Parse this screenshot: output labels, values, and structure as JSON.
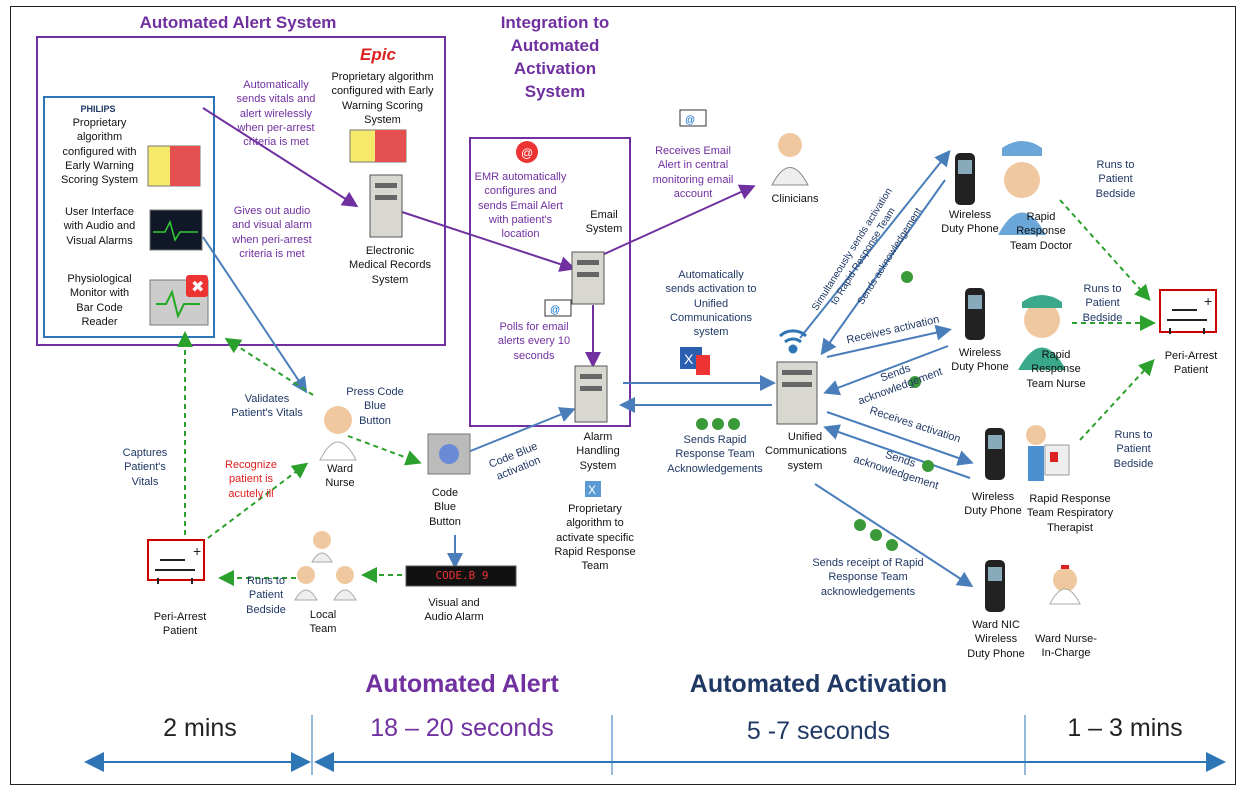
{
  "headings": {
    "alert_system": "Automated Alert System",
    "integration": "Integration to\nAutomated\nActivation\nSystem",
    "automated_alert": "Automated Alert",
    "automated_activation": "Automated Activation"
  },
  "timeline": {
    "t1": "2 mins",
    "t2": "18 – 20 seconds",
    "t3": "5 -7 seconds",
    "t4": "1 – 3 mins"
  },
  "labels": {
    "philips": "PHILIPS",
    "philips_algo": "Proprietary\nalgorithm\nconfigured with\nEarly Warning\nScoring System",
    "user_interface": "User Interface\nwith Audio and\nVisual Alarms",
    "physio_monitor": "Physiological\nMonitor with\nBar Code\nReader",
    "epic": "Epic",
    "epic_algo": "Proprietary algorithm\nconfigured with Early\nWarning Scoring\nSystem",
    "auto_sends": "Automatically\nsends vitals and\nalert wirelessly\nwhen per-arrest\ncriteria is met",
    "gives_out": "Gives out audio\nand visual alarm\nwhen peri-arrest\ncriteria is met",
    "emr": "Electronic\nMedical Records\nSystem",
    "emr_config": "EMR automatically\nconfigures and\nsends Email Alert\nwith patient's\nlocation",
    "email_system": "Email\nSystem",
    "polls": "Polls for email\nalerts every 10\nseconds",
    "receives_email": "Receives Email\nAlert in central\nmonitoring email\naccount",
    "clinicians": "Clinicians",
    "auto_activation": "Automatically\nsends activation  to\nUnified\nCommunications\nsystem",
    "alarm_handling": "Alarm\nHandling\nSystem",
    "proprietary_rrt": "Proprietary\nalgorithm to\nactivate specific\nRapid Response\nTeam",
    "code_blue_activation": "Code Blue\nactivation",
    "sends_rrt_ack": "Sends Rapid\nResponse Team\nAcknowledgements",
    "unified": "Unified\nCommunications\nsystem",
    "validates": "Validates\nPatient's Vitals",
    "press_code": "Press Code\nBlue\nButton",
    "ward_nurse": "Ward\nNurse",
    "recognize": "Recognize\npatient is\nacutely ill",
    "captures": "Captures\nPatient's\nVitals",
    "code_blue_button": "Code\nBlue\nButton",
    "visual_audio_alarm": "Visual and\nAudio Alarm",
    "led_text": "CODE.B  9",
    "runs_local": "Runs to\nPatient\nBedside",
    "local_team": "Local\nTeam",
    "peri_arrest_left": "Peri-Arrest\nPatient",
    "simultaneously": "Simultaneously sends activation\nto Rapid Response Team",
    "sends_ack_1": "Sends acknowledgement",
    "wdp_1": "Wireless\nDuty Phone",
    "rrt_doctor": "Rapid\nResponse\nTeam Doctor",
    "runs_1": "Runs to\nPatient\nBedside",
    "receives_act_1": "Receives activation",
    "sends_ack_2": "Sends\nacknowledgement",
    "wdp_2": "Wireless\nDuty Phone",
    "rrt_nurse": "Rapid\nResponse\nTeam Nurse",
    "runs_2": "Runs to\nPatient\nBedside",
    "peri_arrest_right": "Peri-Arrest\nPatient",
    "receives_act_2": "Receives activation",
    "sends_ack_3": "Sends\nacknowledgement",
    "wdp_3": "Wireless\nDuty Phone",
    "rrt_therapist": "Rapid Response\nTeam Respiratory\nTherapist",
    "runs_3": "Runs to\nPatient\nBedside",
    "sends_receipt": "Sends receipt of Rapid\nResponse Team\nacknowledgements",
    "ward_nic": "Ward NIC\nWireless\nDuty Phone",
    "ward_nurse_charge": "Ward Nurse-\nIn-Charge"
  },
  "colors": {
    "purple": "#7030a0",
    "navy": "#1f3864",
    "blue_arrow": "#4a7ebb",
    "green_arrow": "#2ca02c",
    "timeline": "#2e75b6"
  }
}
